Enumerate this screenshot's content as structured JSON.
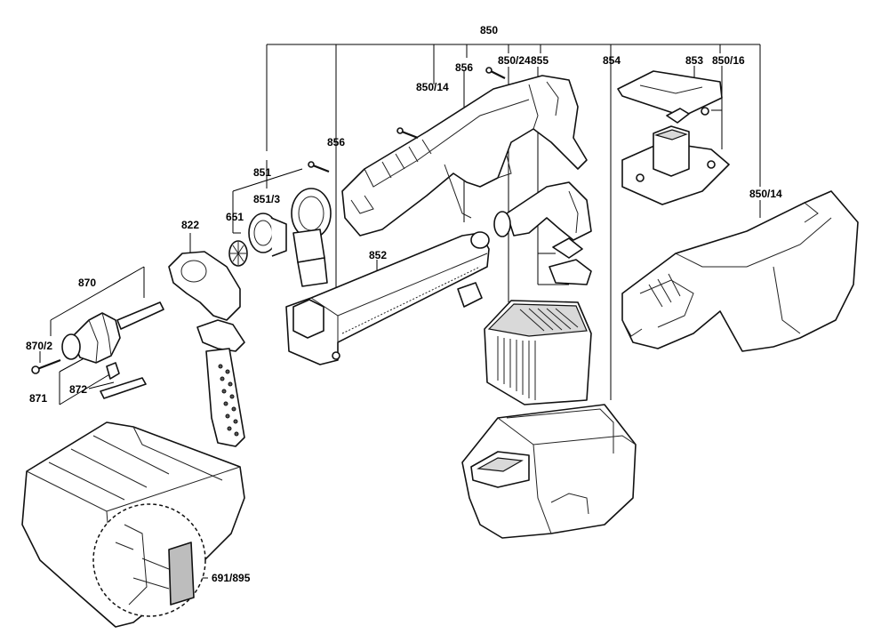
{
  "labels": {
    "l850": "850",
    "l850_24": "850/24",
    "l855": "855",
    "l854": "854",
    "l853": "853",
    "l850_16": "850/16",
    "l850_14_a": "850/14",
    "l856_a": "856",
    "l856_b": "856",
    "l851": "851",
    "l851_3": "851/3",
    "l850_14_b": "850/14",
    "l651": "651",
    "l822": "822",
    "l852": "852",
    "l870": "870",
    "l870_2": "870/2",
    "l871": "871",
    "l872": "872",
    "l691_895": "691/895"
  }
}
